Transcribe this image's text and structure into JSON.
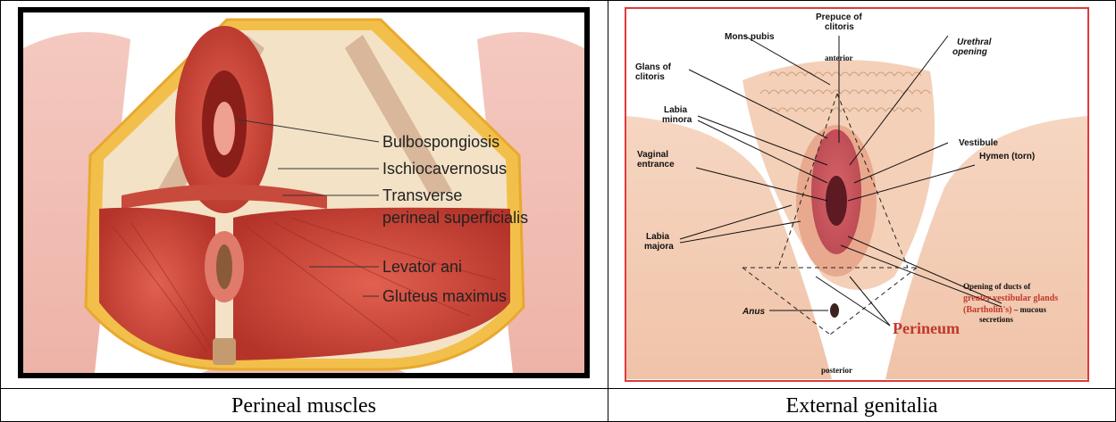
{
  "left_panel": {
    "labels": [
      "Bulbospongiosis",
      "Ischiocavernosus",
      "Transverse",
      "perineal superficialis",
      "Levator ani",
      "Gluteus maximus"
    ]
  },
  "right_panel": {
    "mons_pubis": "Mons pubis",
    "prepuce_line1": "Prepuce of",
    "prepuce_line2": "clitoris",
    "anterior": "anterior",
    "urethral_line1": "Urethral",
    "urethral_line2": "opening",
    "glans_line1": "Glans of",
    "glans_line2": "clitoris",
    "labia_minora_line1": "Labia",
    "labia_minora_line2": "minora",
    "vestibule": "Vestibule",
    "vaginal_line1": "Vaginal",
    "vaginal_line2": "entrance",
    "hymen": "Hymen (torn)",
    "labia_majora_line1": "Labia",
    "labia_majora_line2": "majora",
    "ducts_line1": "Opening of ducts of",
    "ducts_line2": "greater vestibular glands",
    "ducts_line3a": "(Bartholin's)",
    "ducts_line3b": " – mucous",
    "ducts_line4": "secretions",
    "anus": "Anus",
    "perineum": "Perineum",
    "posterior": "posterior"
  },
  "captions": {
    "left": "Perineal muscles",
    "right": "External genitalia"
  }
}
